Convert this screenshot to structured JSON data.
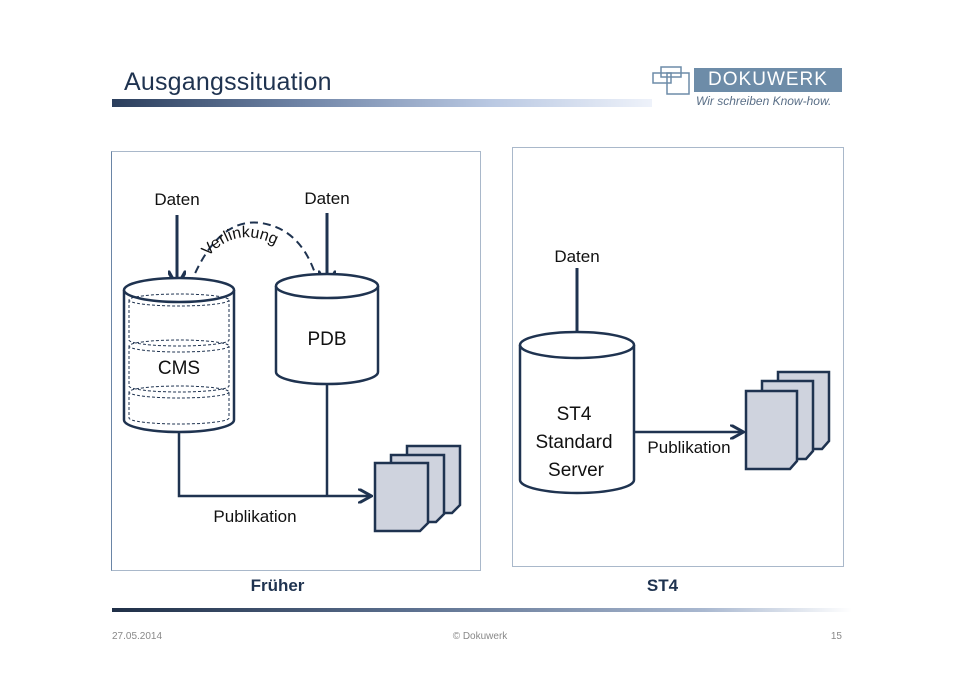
{
  "slide": {
    "title": "Ausgangssituation",
    "logo": {
      "name": "DOKUWERK",
      "tagline": "Wir schreiben Know-how."
    },
    "footer": {
      "date": "27.05.2014",
      "copyright": "© Dokuwerk",
      "page": "15"
    }
  },
  "colors": {
    "stroke": "#1f3350",
    "doc_fill": "#cfd3de",
    "panel_border": "#a9b8ca",
    "logo_bg": "#6d8ca8"
  },
  "panels": {
    "left": {
      "caption": "Früher",
      "inputs": [
        "Daten",
        "Daten"
      ],
      "link_label": "Verlinkung",
      "cms_label": "CMS",
      "pdb_label": "PDB",
      "output_label": "Publikation"
    },
    "right": {
      "caption": "ST4",
      "input": "Daten",
      "server_lines": [
        "ST4",
        "Standard",
        "Server"
      ],
      "output_label": "Publikation"
    }
  }
}
